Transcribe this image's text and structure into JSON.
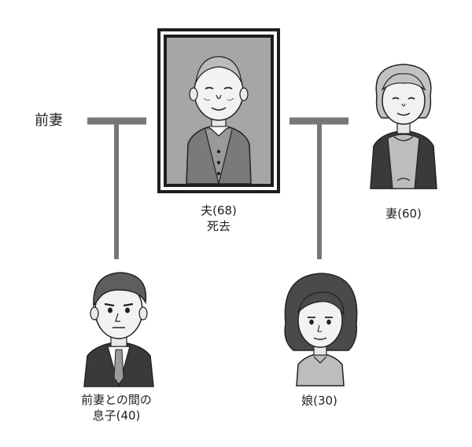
{
  "labels": {
    "former_wife": "前妻",
    "husband_line1": "夫(68)",
    "husband_line2": "死去",
    "wife": "妻(60)",
    "son_line1": "前妻との間の",
    "son_line2": "息子(40)",
    "daughter": "娘(30)"
  },
  "colors": {
    "line": "#777777",
    "frame_outer": "#1e1e1e",
    "frame_bg": "#a6a6a6",
    "figure_fill": "#bdbdbd",
    "figure_dark": "#3a3a3a"
  }
}
